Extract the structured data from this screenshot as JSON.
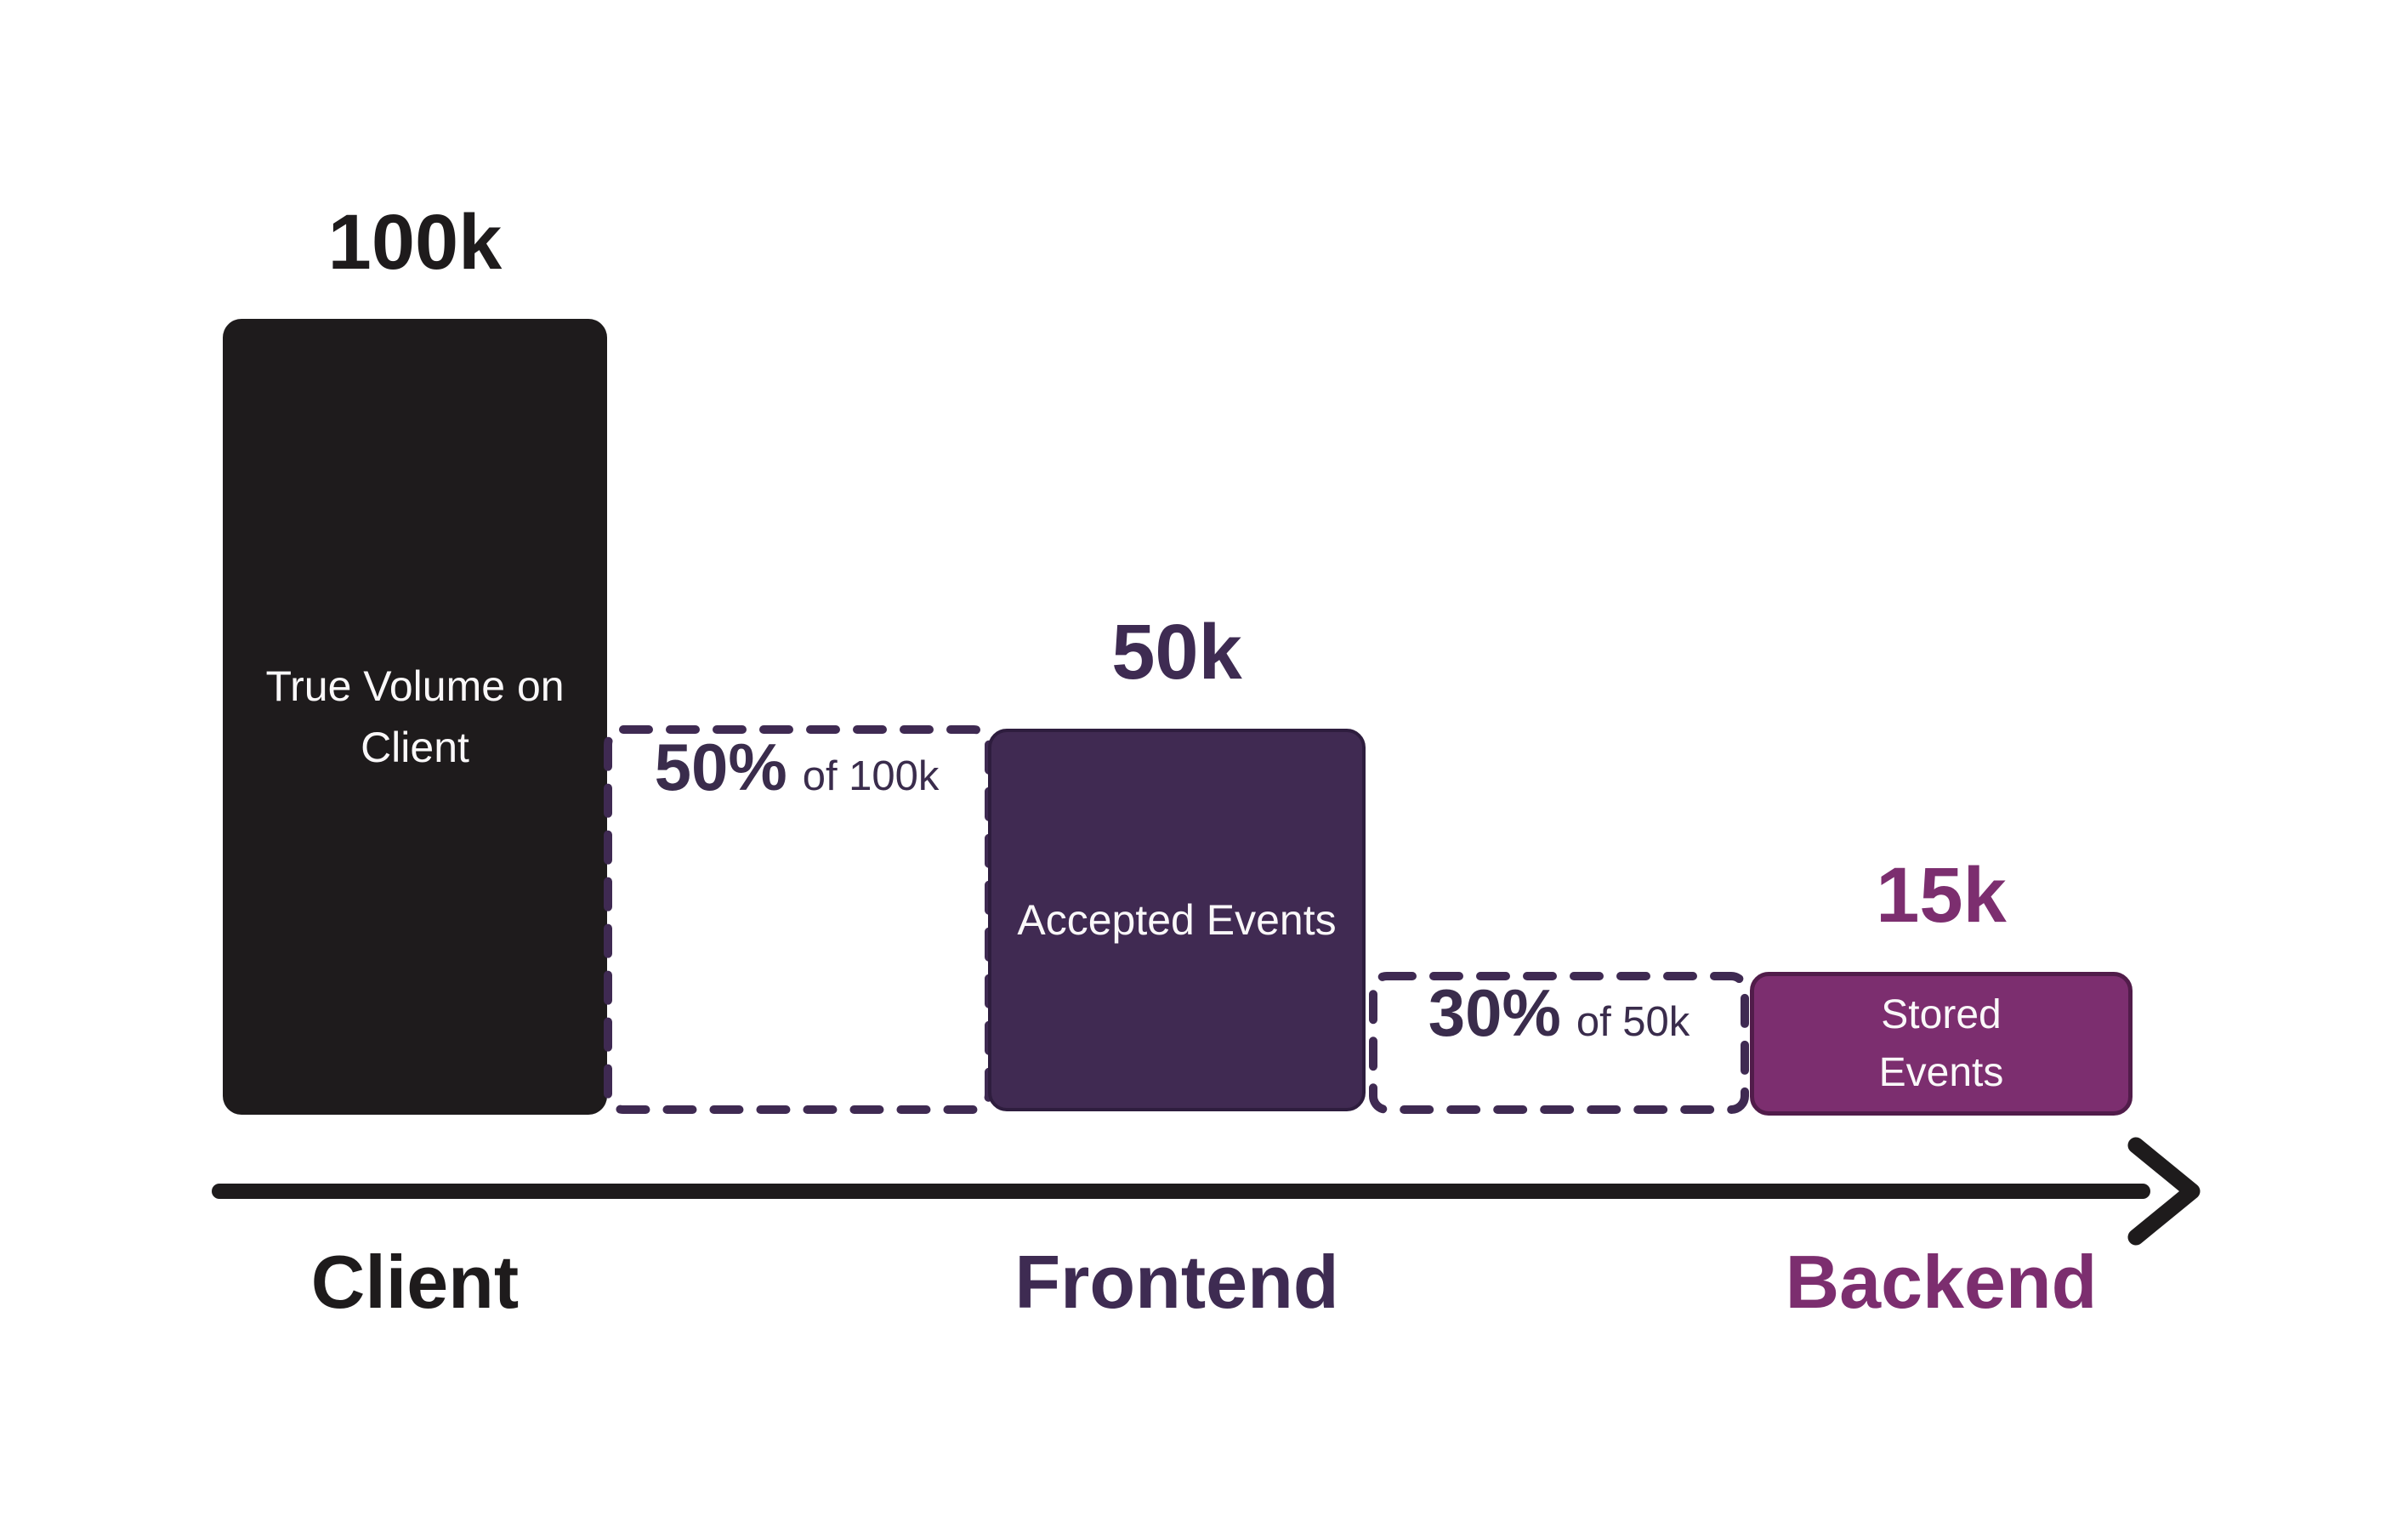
{
  "chart_data": {
    "type": "bar",
    "title": "",
    "categories": [
      "Client",
      "Frontend",
      "Backend"
    ],
    "values": [
      100000,
      50000,
      15000
    ],
    "value_labels": [
      "100k",
      "50k",
      "15k"
    ],
    "bar_labels": [
      "True Volume on Client",
      "Accepted Events",
      "Stored Events"
    ],
    "drop_annotations": [
      {
        "percent": "50%",
        "of": "of 100k"
      },
      {
        "percent": "30%",
        "of": "of 50k"
      }
    ],
    "ylim": [
      0,
      100000
    ],
    "grid": false,
    "legend": false,
    "x_axis_style": "arrow"
  },
  "colors": {
    "background": "#ffffff",
    "client_bar": "#1e1b1c",
    "frontend_bar": "#402a52",
    "frontend_bar_border": "#2e1d3e",
    "backend_bar": "#7c2e6f",
    "backend_bar_border": "#511c4a",
    "dashed_outline": "#3f2a52",
    "bar_text": "#faf8f9",
    "annotation_text": "#3a2c4c",
    "purple_text": "#3e2b52",
    "magenta_text": "#7c2e6f",
    "dark_text": "#1e1b1c",
    "arrow": "#1e1b1c"
  }
}
